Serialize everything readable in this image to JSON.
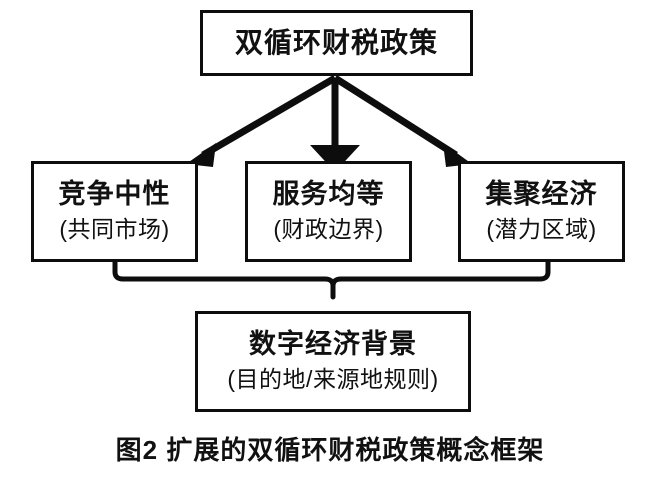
{
  "figure": {
    "caption": "图2  扩展的双循环财税政策概念框架",
    "colors": {
      "stroke": "#0d0d0d",
      "fill": "#ffffff",
      "text": "#111111"
    }
  },
  "nodes": {
    "root": {
      "title": "双循环财税政策",
      "subtitle": ""
    },
    "pillars": [
      {
        "title": "竞争中性",
        "subtitle": "(共同市场)"
      },
      {
        "title": "服务均等",
        "subtitle": "(财政边界)"
      },
      {
        "title": "集聚经济",
        "subtitle": "(潜力区域)"
      }
    ],
    "context": {
      "title": "数字经济背景",
      "subtitle": "(目的地/来源地规则)"
    }
  },
  "connectors": {
    "arrows": [
      {
        "name": "root-to-competition-neutrality",
        "from": "root",
        "to": "pillar-0",
        "style": "solid-filled-arrowhead",
        "direction": "down-left"
      },
      {
        "name": "root-to-service-equalization",
        "from": "root",
        "to": "pillar-1",
        "style": "solid-filled-arrowhead",
        "direction": "down"
      },
      {
        "name": "root-to-agglomeration-economy",
        "from": "root",
        "to": "pillar-2",
        "style": "solid-filled-arrowhead",
        "direction": "down-right"
      }
    ],
    "brace": {
      "name": "pillars-to-context-brace",
      "from": [
        "pillar-0",
        "pillar-1",
        "pillar-2"
      ],
      "to": "context",
      "style": "curly-brace-downward"
    }
  }
}
